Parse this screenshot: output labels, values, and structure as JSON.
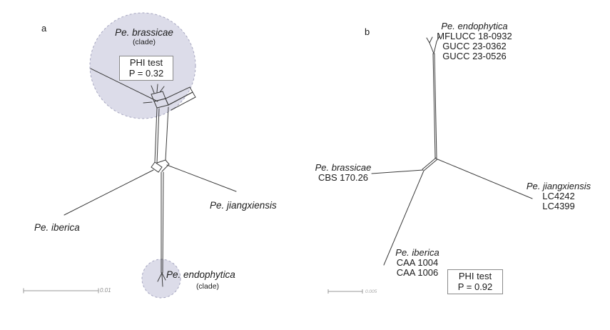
{
  "panel_a": {
    "label": "a",
    "clade_top_name": "Pe. brassicae",
    "clade_top_sub": "(clade)",
    "phi_line1": "PHI test",
    "phi_line2": "P = 0.32",
    "taxon_iberica": "Pe. iberica",
    "taxon_jiangxiensis": "Pe. jiangxiensis",
    "clade_bottom_name": "Pe. endophytica",
    "clade_bottom_sub": "(clade)",
    "scale_value": "0.01"
  },
  "panel_b": {
    "label": "b",
    "endophytica_name": "Pe. endophytica",
    "endophytica_strains": [
      "MFLUCC 18-0932",
      "GUCC 23-0362",
      "GUCC 23-0526"
    ],
    "brassicae_name": "Pe. brassicae",
    "brassicae_strain": "CBS 170.26",
    "jiangxiensis_name": "Pe. jiangxiensis",
    "jiangxiensis_strains": [
      "LC4242",
      "LC4399"
    ],
    "iberica_name": "Pe. iberica",
    "iberica_strains": [
      "CAA 1004",
      "CAA 1006"
    ],
    "phi_line1": "PHI test",
    "phi_line2": "P = 0.92",
    "scale_value": "0.005"
  },
  "colors": {
    "clade_fill": "#dcdce9",
    "clade_border": "#a6a6c0",
    "line": "#3c3c3c",
    "scale_line": "#999999"
  }
}
